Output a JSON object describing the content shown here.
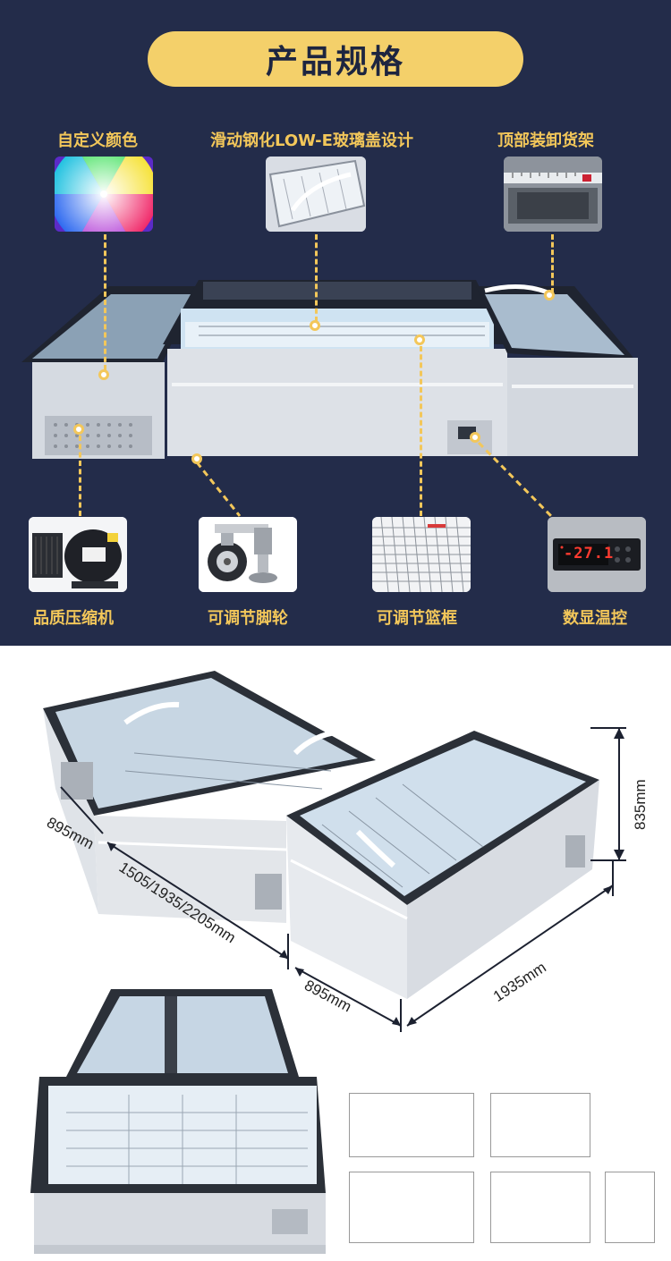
{
  "header": {
    "title": "产品规格"
  },
  "features_top": [
    {
      "label": "自定义颜色",
      "icon": "color-wheel-icon"
    },
    {
      "label": "滑动钢化LOW-E玻璃盖设计",
      "icon": "glass-lid-photo"
    },
    {
      "label": "顶部装卸货架",
      "icon": "top-shelf-photo"
    }
  ],
  "features_bottom": [
    {
      "label": "品质压缩机",
      "icon": "compressor-photo"
    },
    {
      "label": "可调节脚轮",
      "icon": "caster-wheel-photo"
    },
    {
      "label": "可调节篮框",
      "icon": "wire-basket-photo"
    },
    {
      "label": "数显温控",
      "icon": "digital-thermostat-photo"
    }
  ],
  "thermostat": {
    "display": "-27.1"
  },
  "dimensions": {
    "height": "835mm",
    "depth_left": "895mm",
    "length_options": "1505/1935/2205mm",
    "depth_front": "895mm",
    "width_right": "1935mm"
  },
  "colors": {
    "navy": "#232c4a",
    "gold": "#f3c75a",
    "pill": "#f4d06a"
  }
}
